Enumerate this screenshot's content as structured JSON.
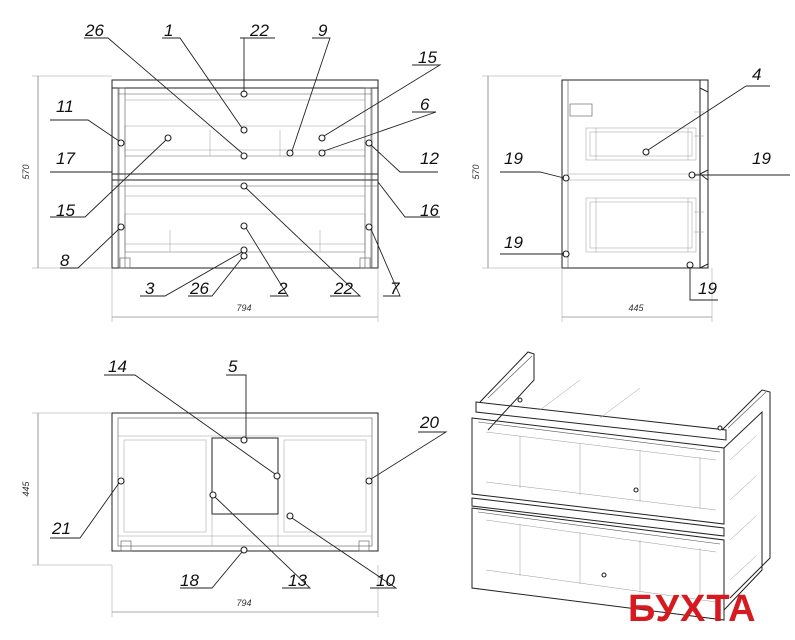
{
  "views": {
    "front": {
      "callouts": [
        "26",
        "1",
        "22",
        "9",
        "15",
        "11",
        "6",
        "17",
        "12",
        "15",
        "16",
        "8",
        "3",
        "26",
        "2",
        "22",
        "7"
      ],
      "width_dim": "794",
      "height_dim": "570"
    },
    "side": {
      "callouts": [
        "4",
        "19",
        "19",
        "19",
        "19"
      ],
      "width_dim": "445",
      "height_dim": "570"
    },
    "top": {
      "callouts": [
        "14",
        "5",
        "20",
        "21",
        "18",
        "13",
        "10"
      ],
      "width_dim": "794",
      "depth_dim": "445"
    },
    "isometric": {}
  },
  "logo": {
    "text": "БУХТА",
    "color": "#d71920"
  }
}
